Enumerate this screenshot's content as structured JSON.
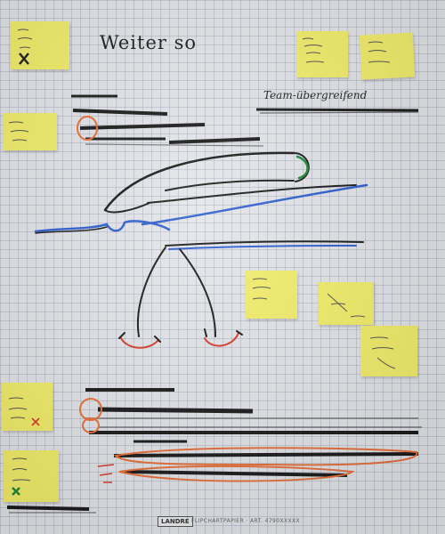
{
  "board": {
    "title": "Weiter so",
    "team_heading": "Team-übergreifend"
  },
  "footer": {
    "brand": "LANDRÉ",
    "product": "FLIPCHARTPAPIER · ART. 4790XXXXX"
  },
  "colors": {
    "paper": "#e4e6ea",
    "grid": "#8a93a6",
    "sticky_note": "#f4ef6a",
    "ink_black": "#1a1a1a",
    "ink_blue": "#2f5fd0",
    "ink_orange": "#e8703a",
    "ink_red": "#d83a2a",
    "ink_green": "#1f8a3a"
  }
}
